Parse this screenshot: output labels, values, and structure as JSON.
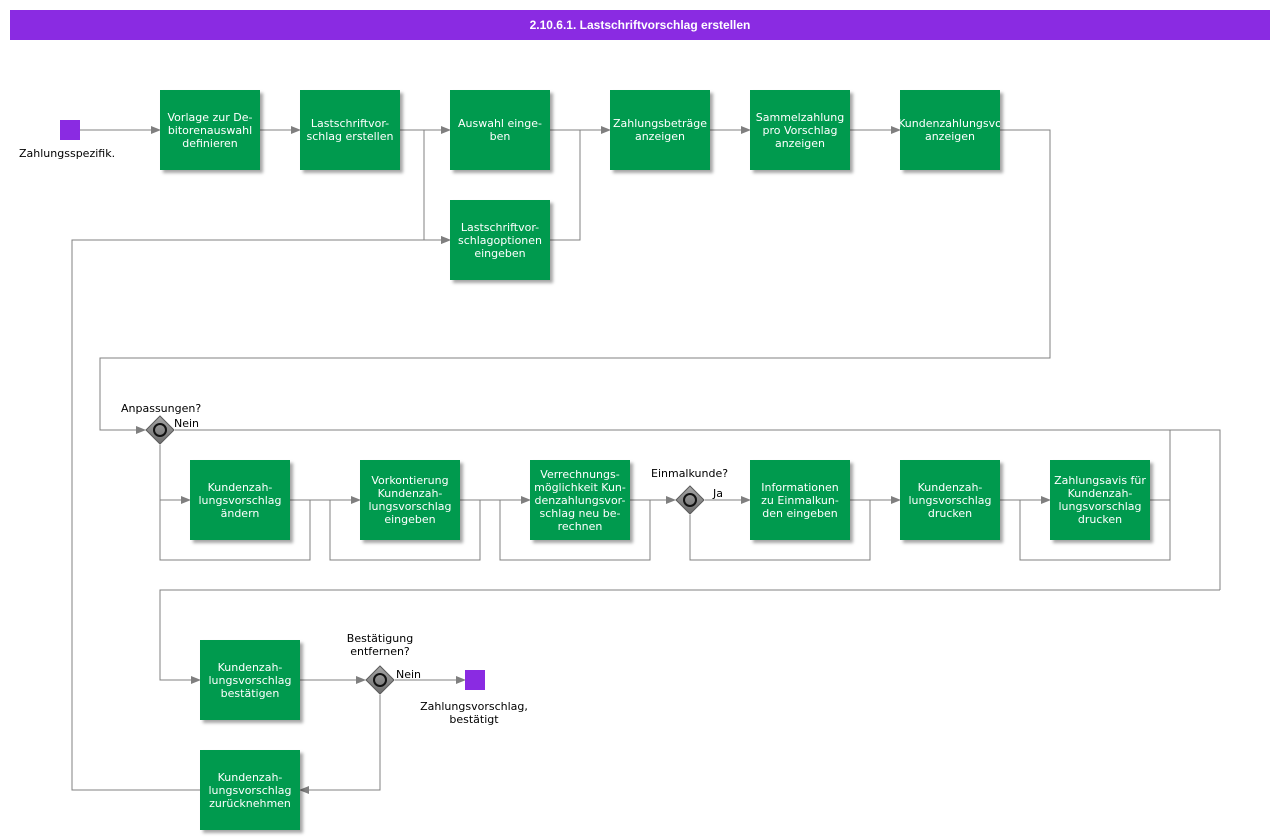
{
  "title": "2.10.6.1. Lastschriftvorschlag erstellen",
  "colors": {
    "title_bar": "#8a2be2",
    "task": "#009a4e",
    "event": "#8a2be2",
    "gateway": "#808080",
    "connector": "#808080"
  },
  "events": {
    "start_label": "Zahlungsspezifik.",
    "end_label": "Zahlungsvorschlag,\nbestätigt"
  },
  "tasks": {
    "vorlage": "Vorlage zur De-\nbitorenauswahl\ndefinieren",
    "ls_erstellen": "Lastschriftvor-\nschlag erstellen",
    "auswahl": "Auswahl einge-\nben",
    "ls_optionen": "Lastschriftvor-\nschlagoptionen\neingeben",
    "zahlungsbetraege": "Zahlungsbeträge\nanzeigen",
    "sammelzahlung": "Sammelzahlung\npro Vorschlag\nanzeigen",
    "kunden_anzeigen_1": "Kundenzahlungsvo",
    "kunden_anzeigen_2": "anzeigen",
    "aendern": "Kundenzah-\nlungsvorschlag\nändern",
    "vorkontierung": "Vorkontierung\nKundenzah-\nlungsvorschlag\neingeben",
    "verrechnung": "Verrechnungs-\nmöglichkeit Kun-\ndenzahlungsvor-\nschlag neu be-\nrechnen",
    "einmalkunden": "Informationen\nzu Einmalkun-\nden eingeben",
    "drucken": "Kundenzah-\nlungsvorschlag\ndrucken",
    "avis": "Zahlungsavis für\nKundenzah-\nlungsvorschlag\ndrucken",
    "bestaetigen": "Kundenzah-\nlungsvorschlag\nbestätigen",
    "zuruecknehmen": "Kundenzah-\nlungsvorschlag\nzurücknehmen"
  },
  "gateways": {
    "anpassungen_q": "Anpassungen?",
    "anpassungen_nein": "Nein",
    "einmal_q": "Einmalkunde?",
    "einmal_ja": "Ja",
    "bestaetigung_q": "Bestätigung\nentfernen?",
    "bestaetigung_nein": "Nein"
  }
}
